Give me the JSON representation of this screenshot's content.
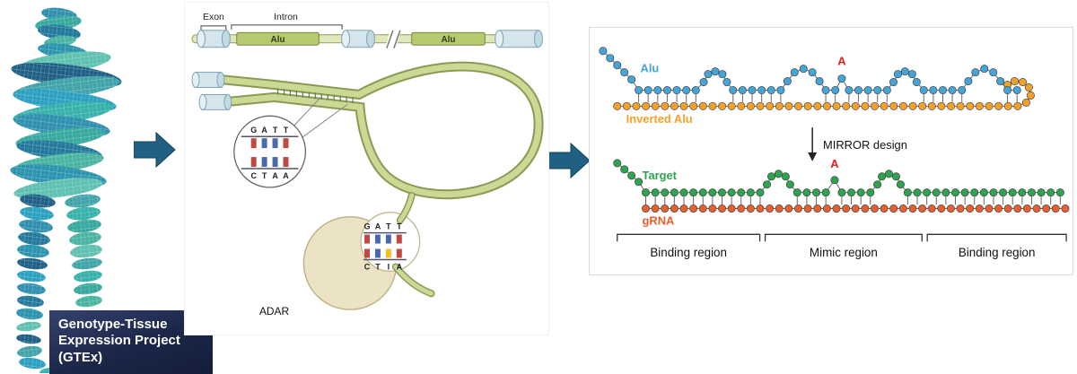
{
  "gtex": {
    "caption": [
      "Genotype-Tissue",
      "Expression Project",
      "(GTEx)"
    ]
  },
  "middle_panel": {
    "exon_label": "Exon",
    "intron_label": "Intron",
    "alu_top_1": "Alu",
    "alu_top_2": "Alu",
    "zoom_bases_top": [
      "G",
      "A",
      "T",
      "T"
    ],
    "zoom_bases_bottom": [
      "C",
      "T",
      "A",
      "A"
    ],
    "adar_bases_top": [
      "G",
      "A",
      "T",
      "T"
    ],
    "adar_bases_bottom": [
      "C",
      "T",
      "I",
      "A"
    ],
    "adar_label": "ADAR"
  },
  "right_panel": {
    "alu_label": "Alu",
    "inverted_alu_label": "Inverted Alu",
    "edited_base_top": "A",
    "mirror_arrow_label": "MIRROR design",
    "target_label": "Target",
    "grna_label": "gRNA",
    "edited_base_bottom": "A",
    "region_labels": [
      "Binding region",
      "Mimic region",
      "Binding region"
    ],
    "colors": {
      "alu": "#45a5d9",
      "inverted_alu": "#f5a02b",
      "target": "#2da44e",
      "grna": "#e85f2d",
      "edited_base": "#e01f1f"
    }
  }
}
